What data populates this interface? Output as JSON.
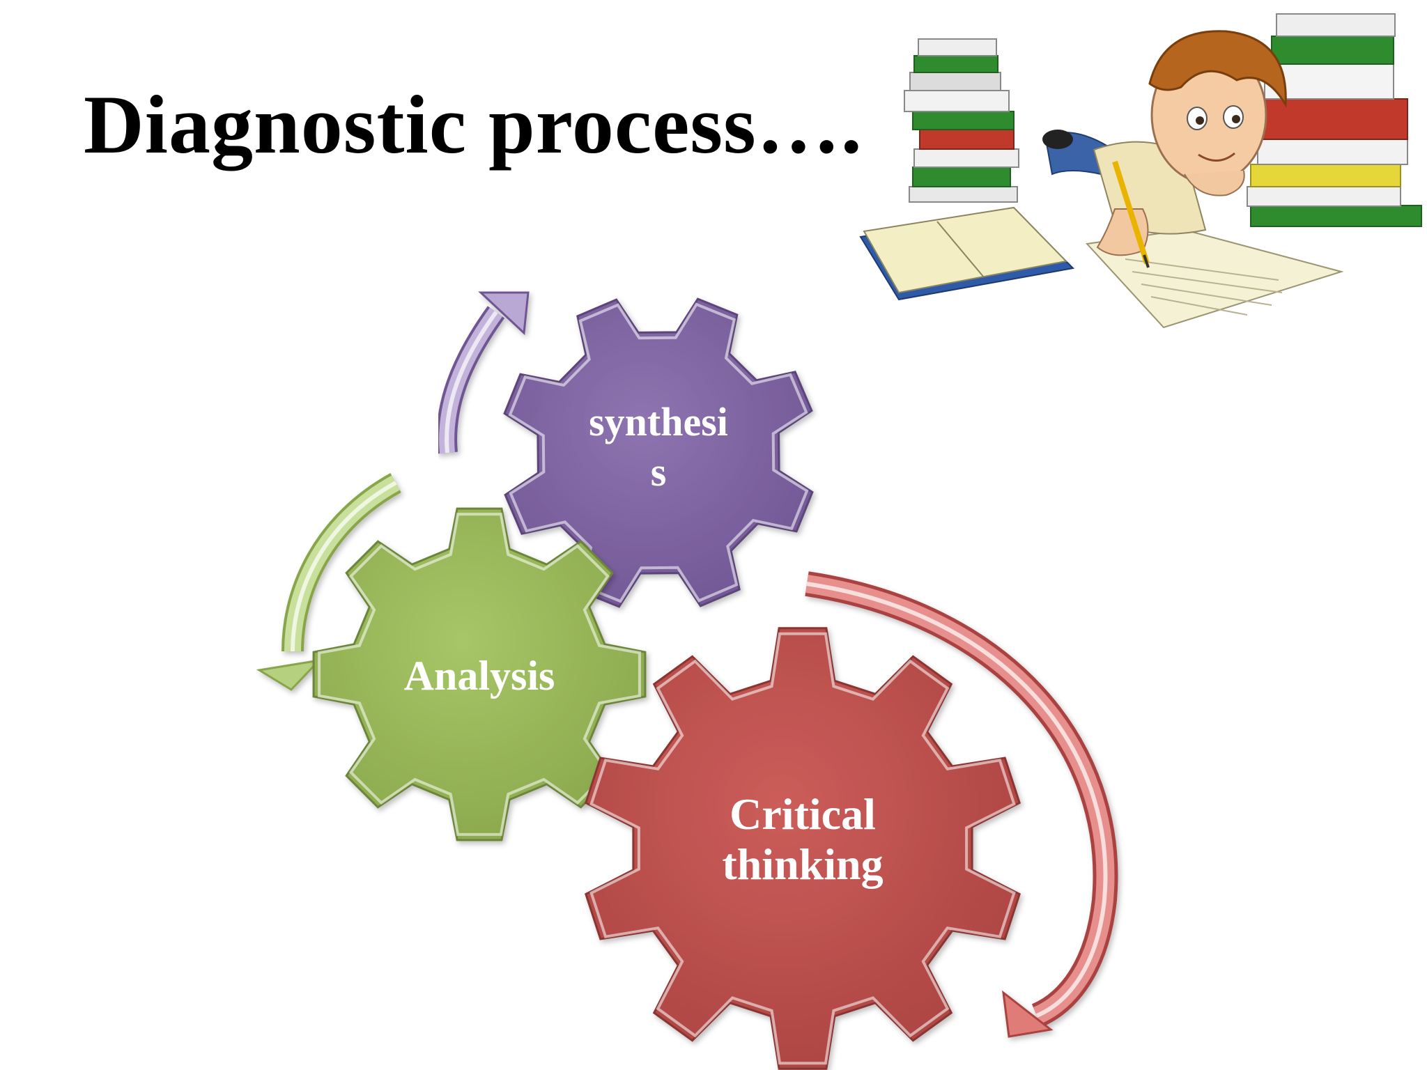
{
  "slide": {
    "title": "Diagnostic process…."
  },
  "gears": {
    "synthesis": {
      "line1": "synthesi",
      "line2": "s",
      "color": "#8064A2"
    },
    "analysis": {
      "label": "Analysis",
      "color": "#9BBB59"
    },
    "critical": {
      "line1": "Critical",
      "line2": "thinking",
      "color": "#C0504D"
    }
  },
  "clipart": {
    "icon": "boy-studying-books-illustration"
  }
}
